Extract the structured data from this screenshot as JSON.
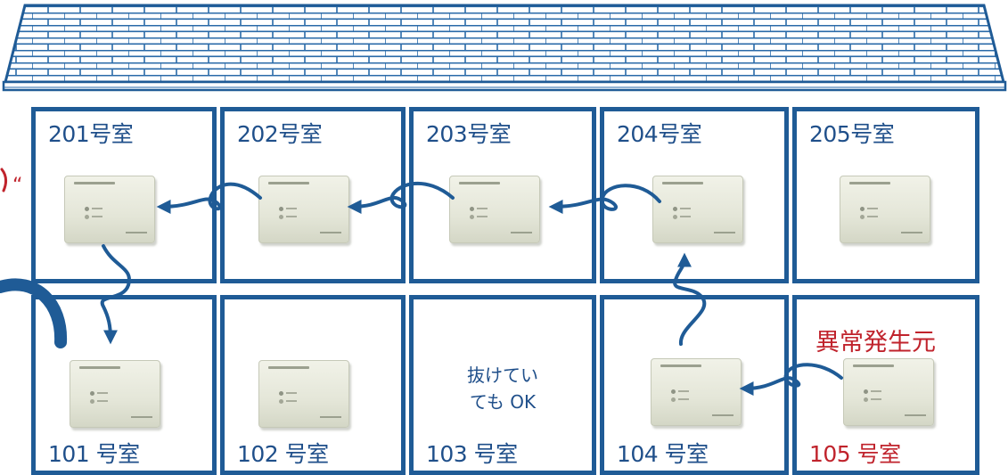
{
  "rooms": {
    "r201": "201号室",
    "r202": "202号室",
    "r203": "203号室",
    "r204": "204号室",
    "r205": "205号室",
    "r101": "101 号室",
    "r102": "102 号室",
    "r103": "103 号室",
    "r104": "104 号室",
    "r105": "105 号室"
  },
  "alert_label": "異常発生元",
  "unplugged_note": {
    "line1": "抜けてい",
    "line2": "ても OK"
  },
  "edge_marks": {
    "left_quote": "“"
  },
  "colors": {
    "frame": "#1f5b96",
    "label": "#1f4f8a",
    "alert": "#c0232c",
    "cable": "#1f5b96",
    "device": "#e6e8da"
  },
  "icons": [
    "roof-tiles-icon",
    "relay-device-icon",
    "cable-arrow-icon"
  ]
}
